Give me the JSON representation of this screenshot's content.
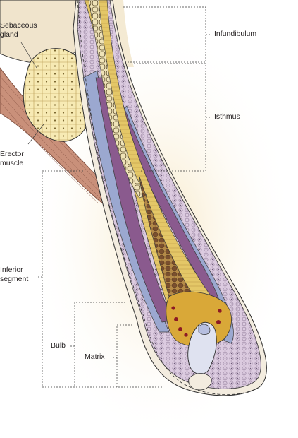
{
  "labels": {
    "sebaceous_gland": "Sebaceous\ngland",
    "erector_muscle": "Erector\nmuscle",
    "inferior_segment": "Inferior\nsegment",
    "bulb": "Bulb",
    "matrix": "Matrix",
    "infundibulum": "Infundibulum",
    "isthmus": "Isthmus"
  },
  "colors": {
    "skin": "#f0e4cc",
    "muscle": "#c9907a",
    "gland": "#f7eab4",
    "outer_sheath": "#e8dde8",
    "cells_lilac": "#d9c7dc",
    "companion_layer": "#9ba8d0",
    "inner_sheath": "#8a5a8e",
    "hair_shaft": "#e2c462",
    "cortex_dark": "#7a4f2e",
    "medulla": "#a9803a",
    "matrix_red": "#8c1a24",
    "outline": "#2d2d2d"
  }
}
